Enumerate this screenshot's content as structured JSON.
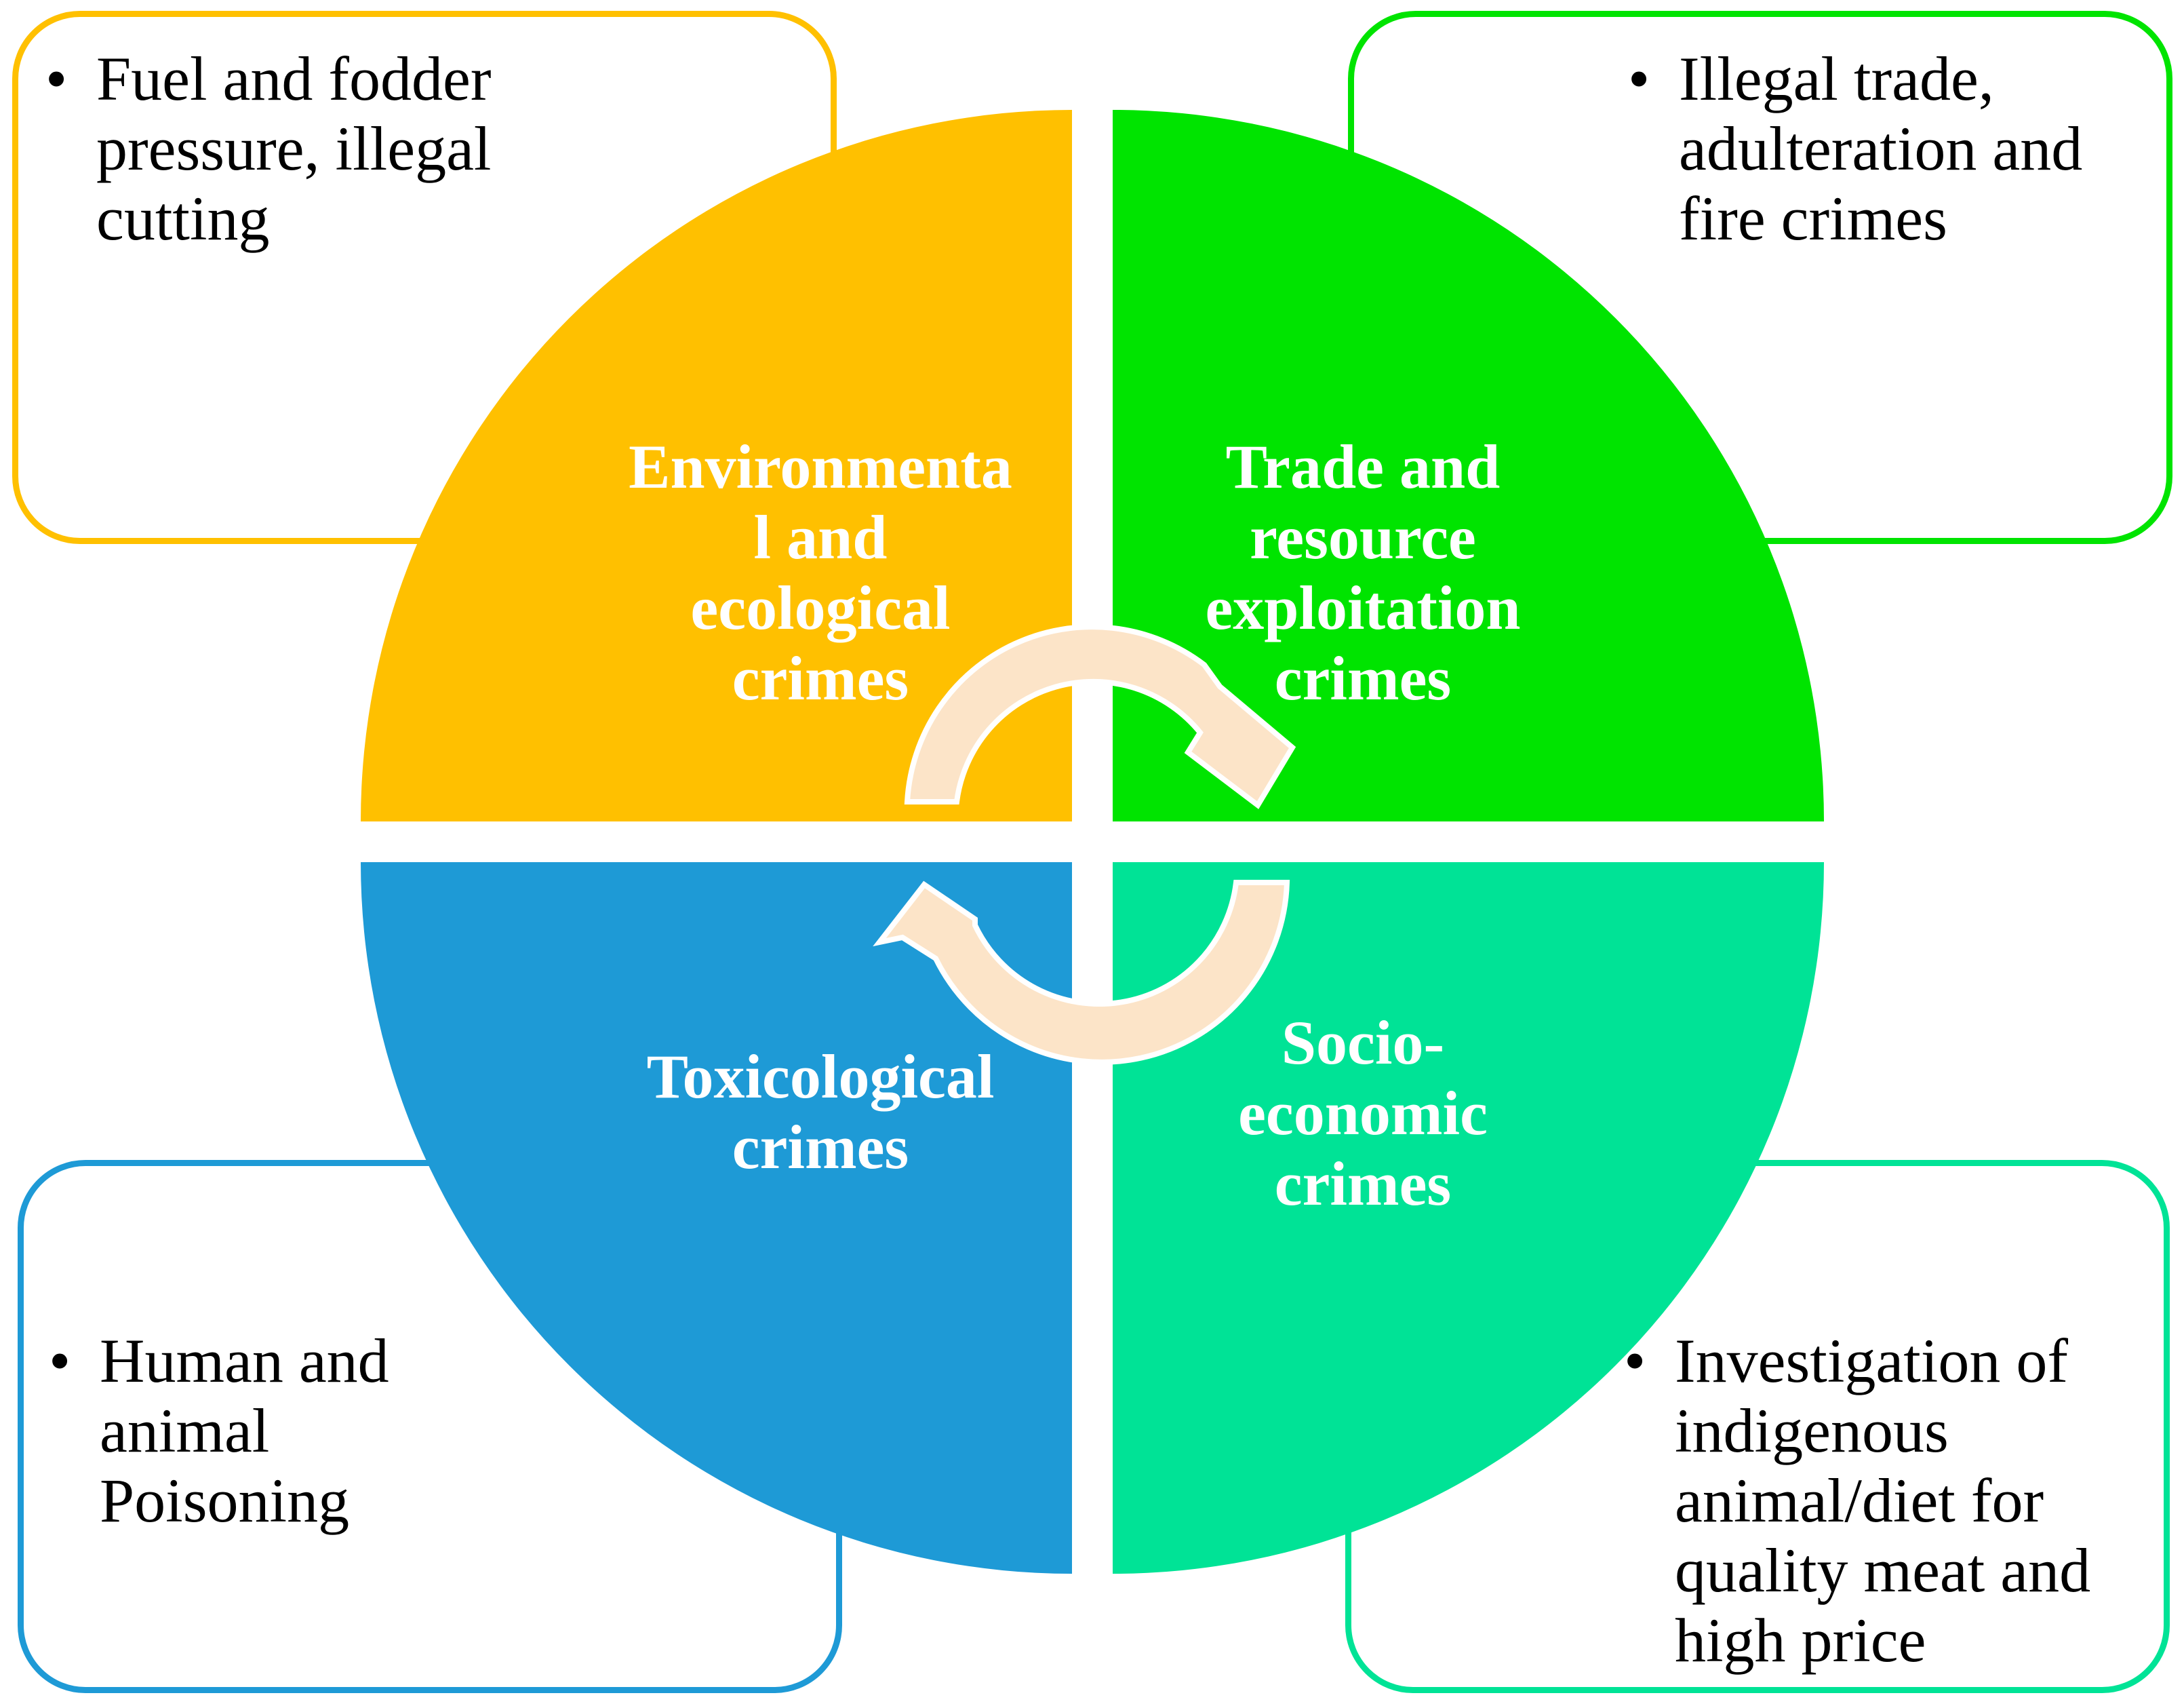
{
  "colors": {
    "environmental": "#FFC000",
    "trade": "#00E400",
    "toxicological": "#1E9AD6",
    "socio_economic": "#00E396",
    "cycle_arrows": "#FCE4C8"
  },
  "quadrants": {
    "top_left": {
      "label_lines": [
        "Environmenta",
        "l and",
        "ecological",
        "crimes"
      ]
    },
    "top_right": {
      "label_lines": [
        "Trade and",
        "resource",
        "exploitation",
        "crimes"
      ]
    },
    "bottom_left": {
      "label_lines": [
        "Toxicological",
        "crimes"
      ]
    },
    "bottom_right": {
      "label_lines": [
        "Socio-",
        "economic",
        "crimes"
      ]
    }
  },
  "notes": {
    "top_left": {
      "bullet": "•",
      "lines": [
        "Fuel and fodder",
        "pressure, illegal",
        "cutting"
      ]
    },
    "top_right": {
      "bullet": "•",
      "lines": [
        "Illegal trade,",
        "adulteration and",
        "fire crimes"
      ]
    },
    "bottom_left": {
      "bullet": "•",
      "lines": [
        "Human and",
        "animal",
        "Poisoning"
      ]
    },
    "bottom_right": {
      "bullet": "•",
      "lines": [
        "Investigation of",
        "indigenous",
        "animal/diet for",
        "quality meat and",
        "high price"
      ]
    }
  }
}
